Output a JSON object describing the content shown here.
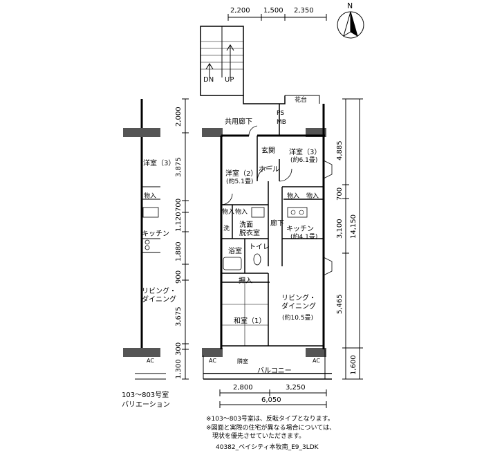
{
  "dimensions_top": [
    "2,200",
    "1,500",
    "2,350"
  ],
  "dimensions_left": [
    "2,000",
    "3,875",
    "700",
    "1,120",
    "1,880",
    "900",
    "3,675",
    "300",
    "1,300"
  ],
  "dimensions_right_inner": [
    "4,885",
    "700",
    "3,100",
    "5,465",
    "1,600"
  ],
  "dimensions_right_outer": "14,150",
  "dimensions_bottom": [
    "2,800",
    "3,250"
  ],
  "dimensions_bottom_total": "6,050",
  "north": "N",
  "stairs": {
    "down": "DN",
    "up": "UP"
  },
  "labels": {
    "corridor": "共用廊下",
    "entrance": "玄関",
    "hall": "ホール",
    "western3": "洋室（3）",
    "western3_size": "(約6.1畳)",
    "western2": "洋室（2）",
    "western2_size": "(約5.1畳)",
    "storage": "物入",
    "washroom": "洗面\n脱衣室",
    "wash": "洗",
    "hallway": "廊下",
    "bath": "浴室",
    "toilet": "トイレ",
    "kitchen": "キッチン",
    "kitchen_size": "(約4.1畳)",
    "closet": "押入",
    "living": "リビング・\nダイニング",
    "living_size": "(約10.5畳)",
    "japanese": "和室（1）",
    "balcony": "バルコニー",
    "hatch": "隣室",
    "ps": "PS",
    "mb": "MB",
    "flower": "花台",
    "ac": "AC"
  },
  "variation": {
    "western3": "洋室（3）",
    "storage": "物入",
    "kitchen": "キッチン",
    "living": "リビング・\nダイニング",
    "caption1": "103〜803号室",
    "caption2": "バリエーション"
  },
  "notes": [
    "※103〜803号室は、反転タイプとなります。",
    "※図面と実際の住宅が異なる場合については、",
    "　現状を優先させていただきます。"
  ],
  "footer": "40382_ベイシティ本牧南_E9_3LDK"
}
